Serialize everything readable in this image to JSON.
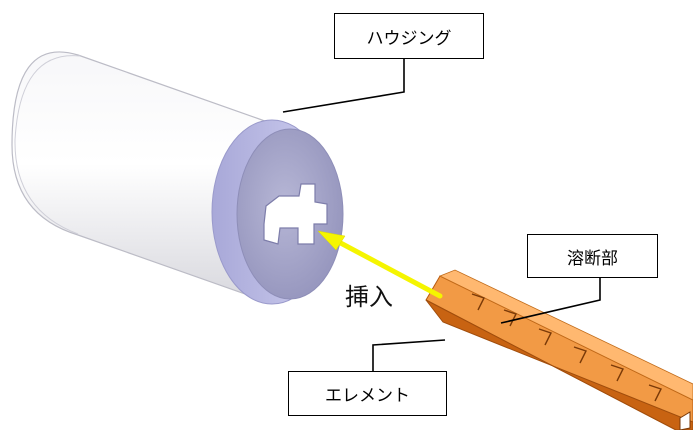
{
  "labels": {
    "housing": "ハウジング",
    "fuse_portion": "溶断部",
    "element": "エレメント",
    "insert": "挿入"
  },
  "colors": {
    "housing_body": "#ececf2",
    "housing_ring": "#b9b9e2",
    "end_face": "#a7a7c9",
    "element": "#e07a1c",
    "arrow": "#f5f500"
  }
}
